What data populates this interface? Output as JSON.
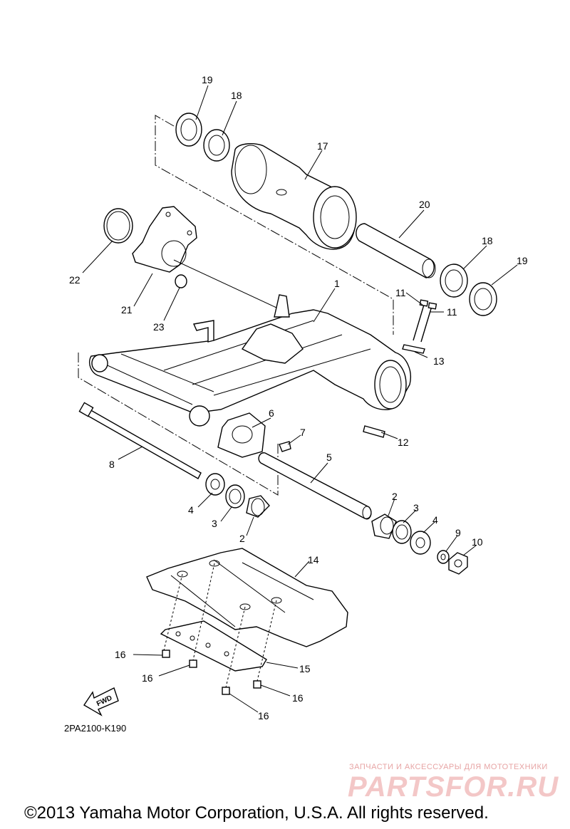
{
  "diagram": {
    "callouts": [
      "1",
      "2",
      "2",
      "3",
      "3",
      "4",
      "4",
      "5",
      "6",
      "7",
      "8",
      "9",
      "10",
      "11",
      "11",
      "12",
      "13",
      "14",
      "15",
      "16",
      "16",
      "16",
      "16",
      "17",
      "18",
      "18",
      "19",
      "19",
      "20",
      "21",
      "22",
      "23"
    ],
    "fwd_label": "FWD",
    "figure_code": "2PA2100-K190"
  },
  "watermark": {
    "tagline": "ЗАПЧАСТИ И АКСЕССУАРЫ ДЛЯ МОТОТЕХНИКИ",
    "brand": "PARTSFOR.RU",
    "color": "#f3c7c7"
  },
  "copyright": "©2013 Yamaha Motor Corporation, U.S.A. All rights reserved."
}
